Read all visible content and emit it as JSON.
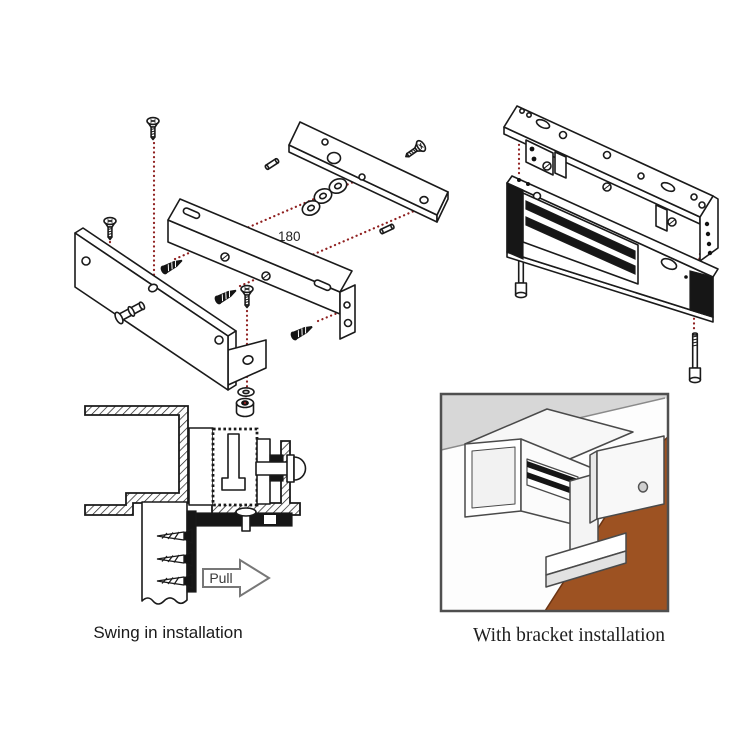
{
  "page": {
    "background": "#ffffff"
  },
  "colors": {
    "line": "#1a1a1a",
    "guide_red": "#8f1f1f",
    "door_brown": "#9d5222",
    "photo_bg": "#d7d7d7",
    "photo_frame": "#4f4f4f",
    "arrow_gray": "#777777"
  },
  "exploded_bracket_diagram": {
    "dimension_label": "180"
  },
  "maglock_exploded_diagram": {},
  "swing_diagram": {
    "caption": "Swing in installation",
    "arrow_label": "Pull"
  },
  "bracket_photo": {
    "caption": "With bracket installation"
  }
}
